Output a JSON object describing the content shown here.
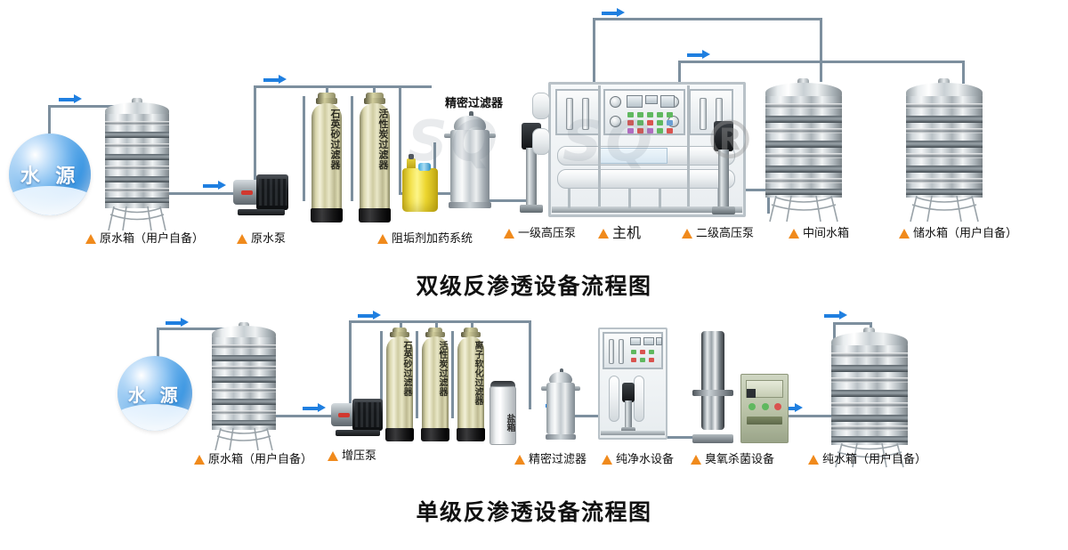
{
  "diagrams": [
    {
      "id": "two-stage-ro",
      "title": "双级反渗透设备流程图",
      "source_badge": "水 源",
      "inline_caption": "精密过滤器",
      "vessel_texts": [
        "石英砂过滤器",
        "活性炭过滤器"
      ],
      "labels": [
        "原水箱（用户自备）",
        "原水泵",
        "阻垢剂加药系统",
        "一级高压泵",
        "主机",
        "二级高压泵",
        "中间水箱",
        "储水箱（用户自备）"
      ]
    },
    {
      "id": "single-stage-ro",
      "title": "单级反渗透设备流程图",
      "source_badge": "水 源",
      "vessel_texts": [
        "石英砂过滤器",
        "活性炭过滤器",
        "离子软化过滤器"
      ],
      "salt_tank_text": "盐箱",
      "labels": [
        "原水箱（用户自备）",
        "增压泵",
        "精密过滤器",
        "纯净水设备",
        "臭氧杀菌设备",
        "纯水箱（用户自备）"
      ]
    }
  ],
  "watermark": {
    "registered_mark": "®",
    "ghost_text": "SQ"
  },
  "colors": {
    "pipe": "#7d8f9e",
    "arrow": "#1f7fe0",
    "label_marker": "#f08a1c",
    "source_badge": "#2d8fe0",
    "dosing_tank": "#f2e04a",
    "vessel": "#dedbb4",
    "cabinet": "#b9c2a6"
  }
}
